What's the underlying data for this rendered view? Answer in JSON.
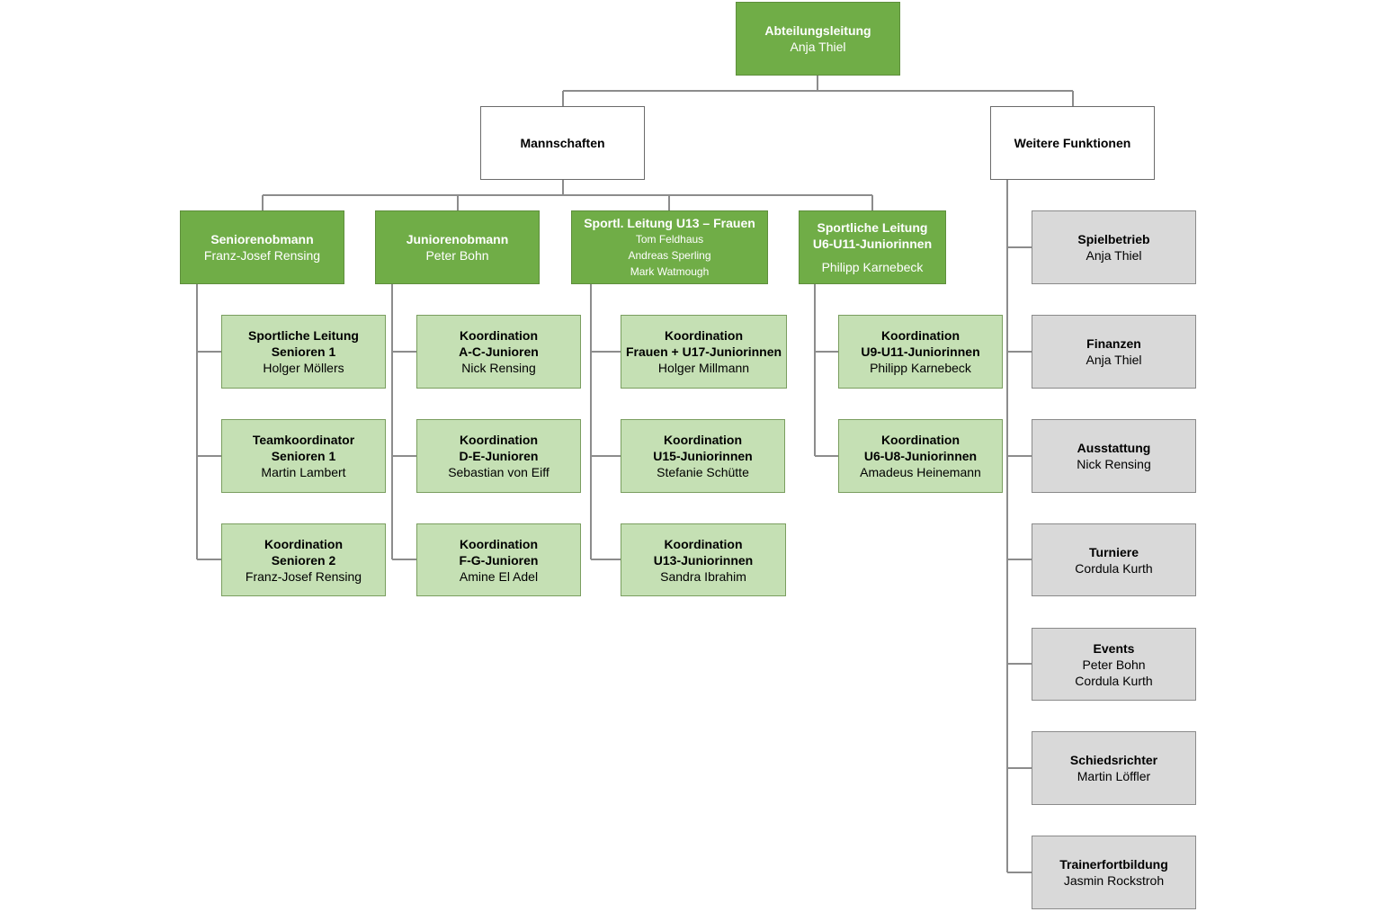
{
  "diagram": {
    "nodes": {
      "root": {
        "title": "Abteilungsleitung",
        "people": [
          "Anja Thiel"
        ]
      },
      "mannschaften": {
        "title": "Mannschaften",
        "people": []
      },
      "weitere": {
        "title": "Weitere Funktionen",
        "people": []
      },
      "senioren": {
        "title": "Seniorenobmann",
        "people": [
          "Franz-Josef Rensing"
        ]
      },
      "junioren": {
        "title": "Juniorenobmann",
        "people": [
          "Peter Bohn"
        ]
      },
      "frauen": {
        "title": "Sportl. Leitung U13 – Frauen",
        "people": [
          "Tom Feldhaus",
          "Andreas Sperling",
          "Mark Watmough"
        ]
      },
      "juniorinnen": {
        "title": "Sportliche Leitung\nU6-U11-Juniorinnen",
        "people": [
          "Philipp Karnebeck"
        ]
      },
      "s1": {
        "title": "Sportliche Leitung\nSenioren 1",
        "people": [
          "Holger Möllers"
        ]
      },
      "s2": {
        "title": "Teamkoordinator\nSenioren 1",
        "people": [
          "Martin Lambert"
        ]
      },
      "s3": {
        "title": "Koordination\nSenioren 2",
        "people": [
          "Franz-Josef Rensing"
        ]
      },
      "j1": {
        "title": "Koordination\nA-C-Junioren",
        "people": [
          "Nick Rensing"
        ]
      },
      "j2": {
        "title": "Koordination\nD-E-Junioren",
        "people": [
          "Sebastian von Eiff"
        ]
      },
      "j3": {
        "title": "Koordination\nF-G-Junioren",
        "people": [
          "Amine El Adel"
        ]
      },
      "f1": {
        "title": "Koordination\nFrauen + U17-Juniorinnen",
        "people": [
          "Holger Millmann"
        ]
      },
      "f2": {
        "title": "Koordination\nU15-Juniorinnen",
        "people": [
          "Stefanie Schütte"
        ]
      },
      "f3": {
        "title": "Koordination\nU13-Juniorinnen",
        "people": [
          "Sandra Ibrahim"
        ]
      },
      "u1": {
        "title": "Koordination\nU9-U11-Juniorinnen",
        "people": [
          "Philipp Karnebeck"
        ]
      },
      "u2": {
        "title": "Koordination\nU6-U8-Juniorinnen",
        "people": [
          "Amadeus Heinemann"
        ]
      },
      "w1": {
        "title": "Spielbetrieb",
        "people": [
          "Anja Thiel"
        ]
      },
      "w2": {
        "title": "Finanzen",
        "people": [
          "Anja Thiel"
        ]
      },
      "w3": {
        "title": "Ausstattung",
        "people": [
          "Nick Rensing"
        ]
      },
      "w4": {
        "title": "Turniere",
        "people": [
          "Cordula Kurth"
        ]
      },
      "w5": {
        "title": "Events",
        "people": [
          "Peter Bohn",
          "Cordula Kurth"
        ]
      },
      "w6": {
        "title": "Schiedsrichter",
        "people": [
          "Martin Löffler"
        ]
      },
      "w7": {
        "title": "Trainerfortbildung",
        "people": [
          "Jasmin Rockstroh"
        ]
      }
    },
    "colors": {
      "dark_green": "#70ad47",
      "light_green": "#c5e0b4",
      "gray": "#d9d9d9",
      "connector": "#8c8c8c"
    }
  }
}
